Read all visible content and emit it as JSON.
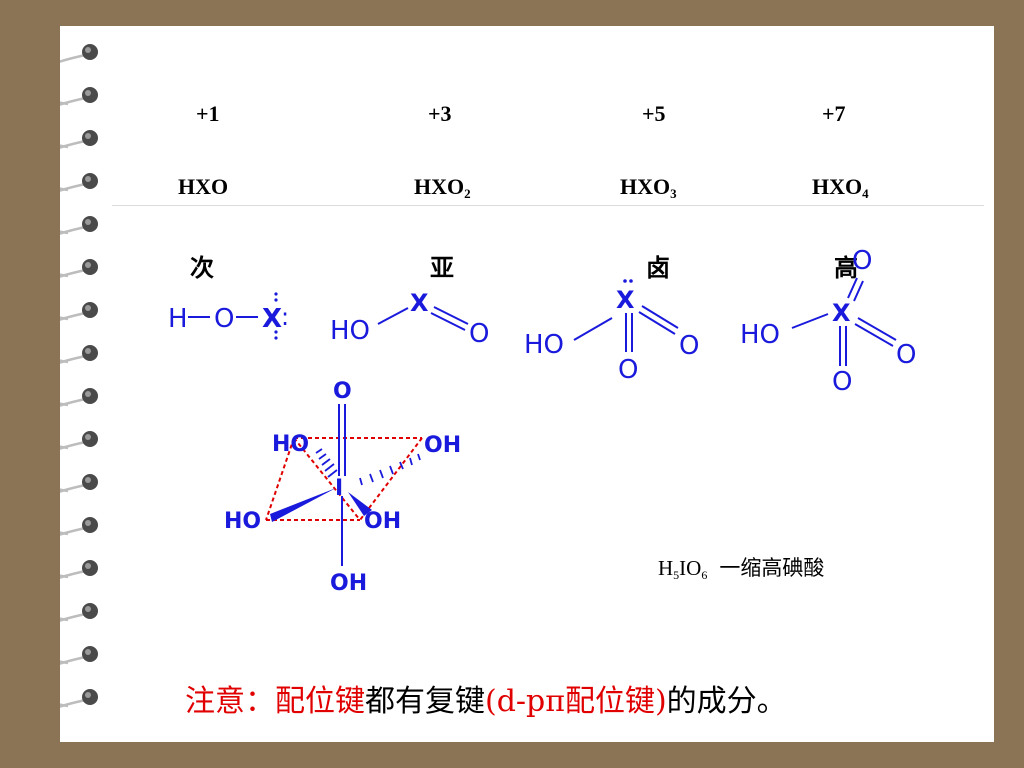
{
  "oxidation_states": [
    "+1",
    "+3",
    "+5",
    "+7"
  ],
  "formulas": [
    {
      "base": "HXO",
      "sub": ""
    },
    {
      "base": "HXO",
      "sub": "2"
    },
    {
      "base": "HXO",
      "sub": "3"
    },
    {
      "base": "HXO",
      "sub": "4"
    }
  ],
  "prefixes": [
    "次",
    "亚",
    "卤",
    "高"
  ],
  "structures": {
    "hypo": {
      "h": "H",
      "o": "O",
      "x": "X",
      "colon": ":"
    },
    "ous": {
      "ho": "HO",
      "x": "X",
      "o": "O"
    },
    "ic": {
      "ho": "HO",
      "x": "X",
      "o1": "O",
      "o2": "O"
    },
    "per": {
      "ho": "HO",
      "x": "X",
      "o1": "O",
      "o2": "O",
      "o3": "O"
    }
  },
  "octahedral": {
    "top": "O",
    "center": "I",
    "upper_left": "HO",
    "upper_right": "OH",
    "lower_left": "HO",
    "lower_right": "OH",
    "bottom": "OH"
  },
  "h5io6": {
    "h": "H",
    "h_sub": "5",
    "io": "IO",
    "io_sub": "6",
    "name": "一缩高碘酸"
  },
  "note": {
    "prefix": "注意：",
    "term": "配位键",
    "mid": "都有复键",
    "paren": "(d-pπ配位键)",
    "end": "的成分。"
  },
  "colors": {
    "accent_red": "#e00000",
    "structure_blue": "#1a1adc",
    "frame_brown": "#8b7355",
    "dash_red": "#e00000"
  }
}
